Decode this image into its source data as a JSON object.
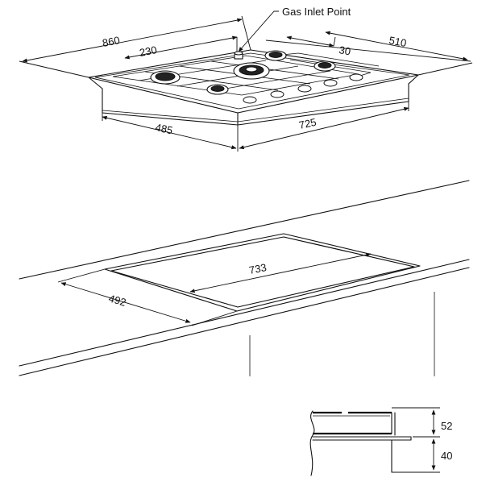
{
  "hob_view": {
    "gas_inlet_label": "Gas Inlet Point",
    "dims": {
      "overall_width": "860",
      "inlet_offset": "230",
      "inlet_side": "30",
      "depth": "510",
      "front_left": "485",
      "front_right": "725"
    }
  },
  "cutout_view": {
    "dims": {
      "cutout_width": "733",
      "cutout_depth": "492"
    }
  },
  "section_view": {
    "dims": {
      "height_top": "52",
      "height_bottom": "40"
    }
  }
}
